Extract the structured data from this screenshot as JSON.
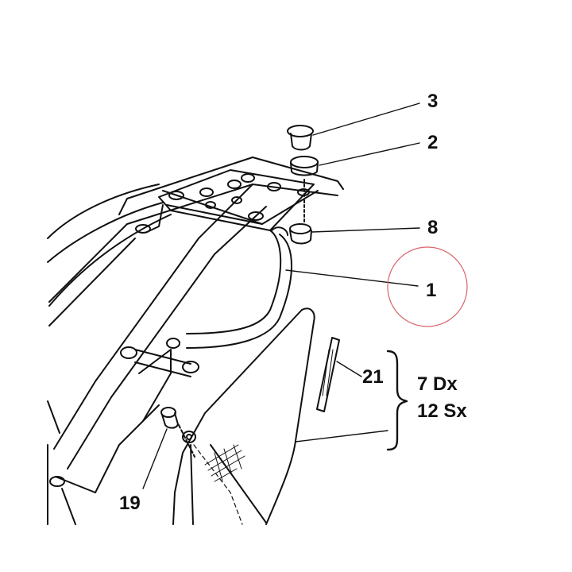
{
  "labels": {
    "part_3": "3",
    "part_2": "2",
    "part_8": "8",
    "part_1": "1",
    "part_21": "21",
    "right_side": "7 Dx",
    "left_side": "12 Sx",
    "part_19": "19"
  },
  "highlight_color": "#d9636b"
}
